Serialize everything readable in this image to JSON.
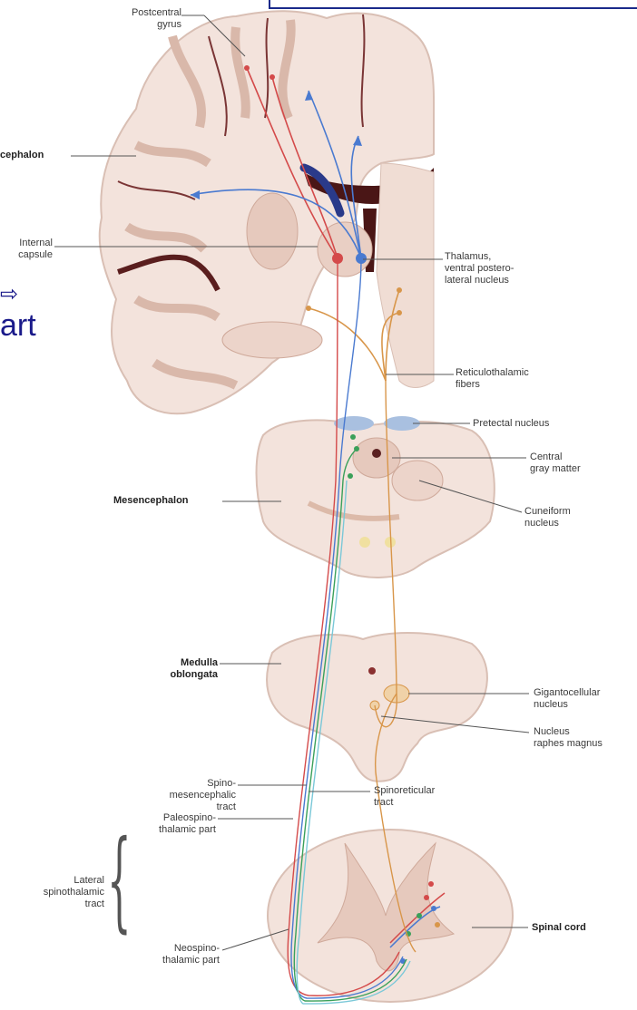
{
  "labels": {
    "postcentral_gyrus": "Postcentral\ngyrus",
    "telencephalon": "cephalon",
    "internal_capsule": "Internal\ncapsule",
    "thalamus": "Thalamus,\nventral postero-\nlateral nucleus",
    "arrow_glyph": "⇨",
    "art": "art",
    "reticulothalamic": "Reticulothalamic\nfibers",
    "pretectal": "Pretectal nucleus",
    "central_gray": "Central\ngray matter",
    "mesencephalon": "Mesencephalon",
    "cuneiform": "Cuneiform\nnucleus",
    "medulla": "Medulla\noblongata",
    "gigantocellular": "Gigantocellular\nnucleus",
    "raphes": "Nucleus\nraphes magnus",
    "spino_mes": "Spino-\nmesencephalic\ntract",
    "spinoreticular": "Spinoreticular\ntract",
    "paleospino": "Paleospino-\nthalamic part",
    "lateral_spinothalamic": "Lateral\nspinothalamic\ntract",
    "brace": "{",
    "neospino": "Neospino-\nthalamic part",
    "spinal_cord": "Spinal cord"
  },
  "colors": {
    "tissue": "#f3e3dc",
    "tissue_stroke": "#d9bfb4",
    "gray_matter": "#e6c9bd",
    "sulcus": "#6b2a2a",
    "ventricle": "#4a1616",
    "red_tract": "#d44a4a",
    "blue_tract": "#4a7ad0",
    "orange_tract": "#d8964a",
    "green_tract": "#3aa05a",
    "title_blue": "#1a1a8a",
    "leader": "#555555"
  }
}
